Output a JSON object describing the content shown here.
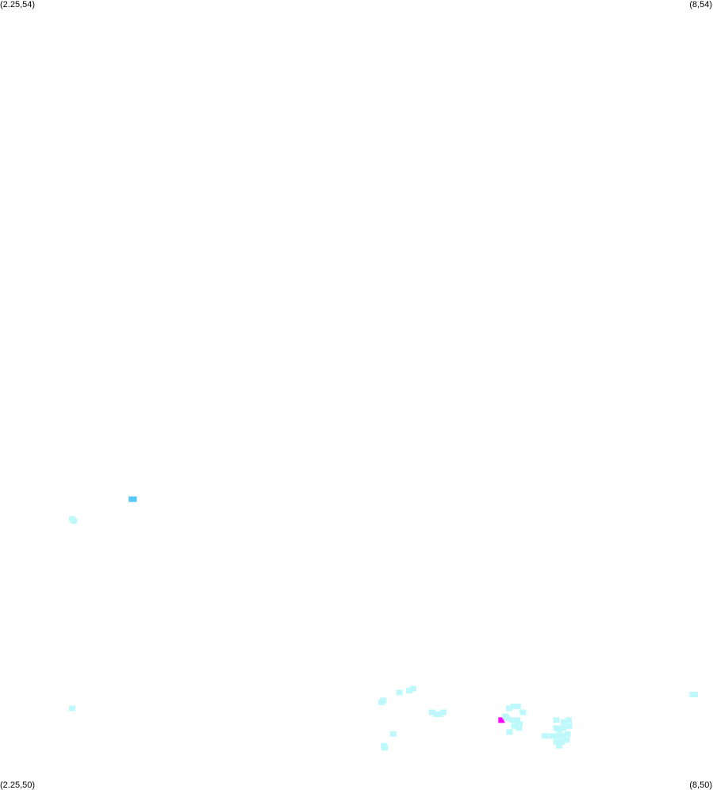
{
  "labels": {
    "top_left": "(2.25,54)",
    "top_right": "(8,54)",
    "bottom_left": "(2.25,50)",
    "bottom_right": "(8,50)"
  },
  "chart_data": {
    "type": "heatmap",
    "xlim": [
      2.25,
      8
    ],
    "ylim": [
      50,
      54
    ],
    "grid": false,
    "legend": "none",
    "colors": {
      "low": "#bdf8fb",
      "mid": "#57c9f5",
      "high": "#ff00ff"
    },
    "cells": [
      {
        "x": 2.832,
        "y": 51.37,
        "level": "low"
      },
      {
        "x": 2.847,
        "y": 51.36,
        "level": "low"
      },
      {
        "x": 2.832,
        "y": 50.41,
        "level": "low"
      },
      {
        "x": 3.313,
        "y": 51.47,
        "level": "mid"
      },
      {
        "x": 3.328,
        "y": 51.47,
        "level": "mid"
      },
      {
        "x": 5.327,
        "y": 50.44,
        "level": "low"
      },
      {
        "x": 5.341,
        "y": 50.45,
        "level": "low"
      },
      {
        "x": 5.471,
        "y": 50.49,
        "level": "low"
      },
      {
        "x": 5.551,
        "y": 50.5,
        "level": "low"
      },
      {
        "x": 5.581,
        "y": 50.51,
        "level": "low"
      },
      {
        "x": 5.353,
        "y": 50.21,
        "level": "low"
      },
      {
        "x": 5.347,
        "y": 50.22,
        "level": "low"
      },
      {
        "x": 5.421,
        "y": 50.28,
        "level": "low"
      },
      {
        "x": 5.735,
        "y": 50.39,
        "level": "low"
      },
      {
        "x": 5.767,
        "y": 50.38,
        "level": "low"
      },
      {
        "x": 5.8,
        "y": 50.38,
        "level": "low"
      },
      {
        "x": 5.825,
        "y": 50.39,
        "level": "low"
      },
      {
        "x": 6.294,
        "y": 50.35,
        "level": "high"
      },
      {
        "x": 6.357,
        "y": 50.41,
        "level": "low"
      },
      {
        "x": 6.392,
        "y": 50.42,
        "level": "low"
      },
      {
        "x": 6.425,
        "y": 50.42,
        "level": "low"
      },
      {
        "x": 6.467,
        "y": 50.39,
        "level": "low"
      },
      {
        "x": 6.327,
        "y": 50.37,
        "level": "low"
      },
      {
        "x": 6.338,
        "y": 50.36,
        "level": "low"
      },
      {
        "x": 6.38,
        "y": 50.35,
        "level": "low"
      },
      {
        "x": 6.42,
        "y": 50.35,
        "level": "low"
      },
      {
        "x": 6.44,
        "y": 50.33,
        "level": "low"
      },
      {
        "x": 6.4,
        "y": 50.32,
        "level": "low"
      },
      {
        "x": 6.359,
        "y": 50.29,
        "level": "low"
      },
      {
        "x": 6.435,
        "y": 50.31,
        "level": "low"
      },
      {
        "x": 6.737,
        "y": 50.35,
        "level": "low"
      },
      {
        "x": 6.798,
        "y": 50.34,
        "level": "low"
      },
      {
        "x": 6.835,
        "y": 50.35,
        "level": "low"
      },
      {
        "x": 6.839,
        "y": 50.32,
        "level": "low"
      },
      {
        "x": 6.792,
        "y": 50.31,
        "level": "low"
      },
      {
        "x": 6.76,
        "y": 50.3,
        "level": "low"
      },
      {
        "x": 6.737,
        "y": 50.31,
        "level": "low"
      },
      {
        "x": 6.7,
        "y": 50.27,
        "level": "low"
      },
      {
        "x": 6.748,
        "y": 50.27,
        "level": "low"
      },
      {
        "x": 6.79,
        "y": 50.27,
        "level": "low"
      },
      {
        "x": 6.827,
        "y": 50.28,
        "level": "low"
      },
      {
        "x": 6.82,
        "y": 50.25,
        "level": "low"
      },
      {
        "x": 6.778,
        "y": 50.24,
        "level": "low"
      },
      {
        "x": 6.738,
        "y": 50.24,
        "level": "low"
      },
      {
        "x": 6.76,
        "y": 50.22,
        "level": "low"
      },
      {
        "x": 6.645,
        "y": 50.27,
        "level": "low"
      },
      {
        "x": 7.837,
        "y": 50.48,
        "level": "low"
      },
      {
        "x": 7.852,
        "y": 50.48,
        "level": "low"
      }
    ]
  }
}
